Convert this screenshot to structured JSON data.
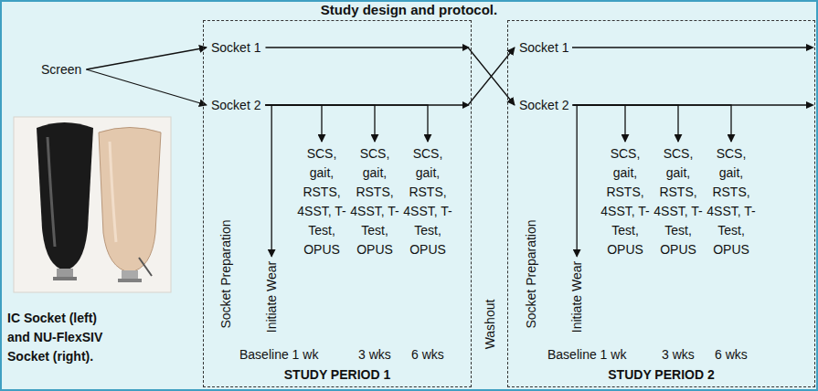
{
  "diagram": {
    "title": "Study design and protocol.",
    "caption": "IC Socket (left) and NU-FlexSIV Socket (right).",
    "nodes": [
      {
        "text": [
          "Screen"
        ]
      },
      {
        "text": [
          "STUDY PERIOD 1"
        ]
      },
      {
        "text": [
          "Socket 1"
        ],
        "in": 1
      },
      {
        "text": [
          "Socket 2"
        ],
        "in": 1
      },
      {
        "text": [
          "Socket Preparation"
        ],
        "in": 1
      },
      {
        "text": [
          "Initiate Wear"
        ],
        "in": 1
      },
      {
        "text": [
          "SCS, gait, RSTS, 4SST, T-Test, OPUS"
        ],
        "in": 1
      },
      {
        "text": [
          "SCS, gait, RSTS, 4SST, T-Test, OPUS"
        ],
        "in": 1
      },
      {
        "text": [
          "SCS, gait, RSTS, 4SST, T-Test, OPUS"
        ],
        "in": 1
      },
      {
        "text": [
          "STUDY PERIOD 2"
        ]
      },
      {
        "text": [
          "Socket 1"
        ],
        "in": 9
      },
      {
        "text": [
          "Socket 2"
        ],
        "in": 9
      },
      {
        "text": [
          "Socket Preparation"
        ],
        "in": 9
      },
      {
        "text": [
          "Initiate Wear"
        ],
        "in": 9
      },
      {
        "text": [
          "SCS, gait, RSTS, 4SST, T-Test, OPUS"
        ],
        "in": 9
      },
      {
        "text": [
          "SCS, gait, RSTS, 4SST, T-Test, OPUS"
        ],
        "in": 9
      },
      {
        "text": [
          "SCS, gait, RSTS, 4SST, T-Test, OPUS"
        ],
        "in": 9
      }
    ],
    "edges": [
      {
        "from": 0,
        "to": 2,
        "arrow": "to"
      },
      {
        "from": 0,
        "to": 3,
        "arrow": "to"
      },
      {
        "from": 2,
        "to": 11,
        "arrow": "to"
      },
      {
        "from": 3,
        "to": 10,
        "arrow": "to"
      },
      {
        "from": 3,
        "to": 5,
        "arrow": "to"
      },
      {
        "from": 3,
        "to": 6,
        "arrow": "to"
      },
      {
        "from": 3,
        "to": 7,
        "arrow": "to"
      },
      {
        "from": 3,
        "to": 8,
        "arrow": "to"
      },
      {
        "from": 11,
        "to": 13,
        "arrow": "to"
      },
      {
        "from": 11,
        "to": 14,
        "arrow": "to"
      },
      {
        "from": 11,
        "to": 15,
        "arrow": "to"
      },
      {
        "from": 11,
        "to": 16,
        "arrow": "to"
      }
    ],
    "labels": [
      "Washout",
      "Baseline 1 wk",
      "3 wks",
      "6 wks",
      "Baseline 1 wk",
      "3 wks",
      "6 wks"
    ]
  }
}
